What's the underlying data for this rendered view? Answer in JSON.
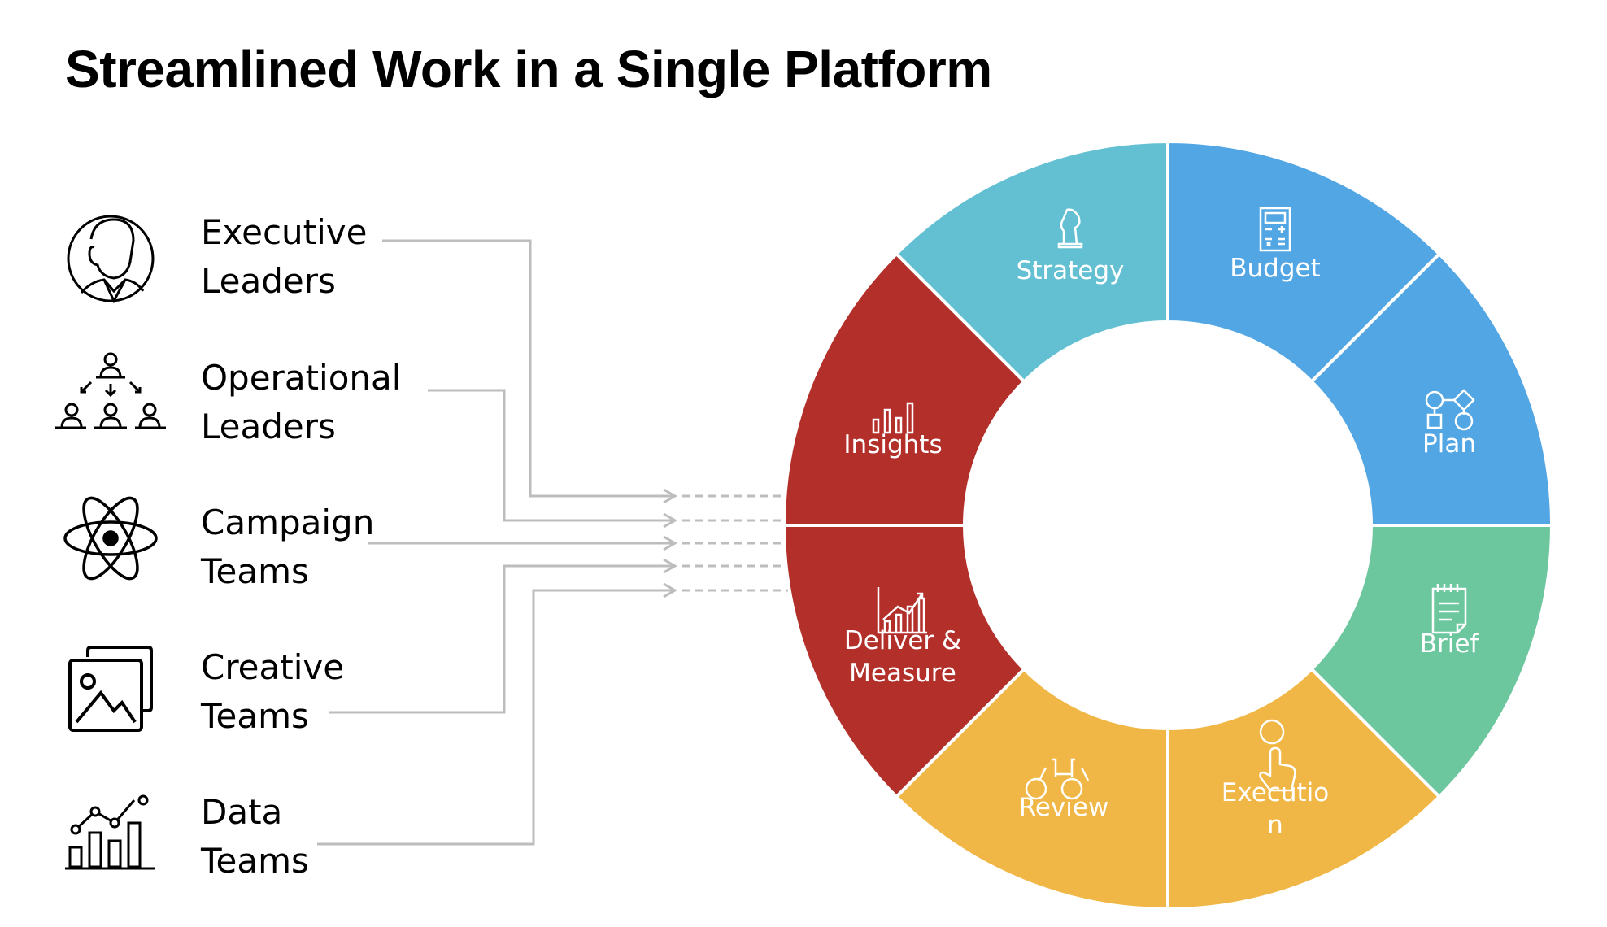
{
  "title": "Streamlined Work in a Single Platform",
  "roles": [
    {
      "line1": "Executive",
      "line2": "Leaders",
      "icon": "executive-person-icon"
    },
    {
      "line1": "Operational",
      "line2": "Leaders",
      "icon": "org-hierarchy-icon"
    },
    {
      "line1": "Campaign",
      "line2": "Teams",
      "icon": "atom-icon"
    },
    {
      "line1": "Creative",
      "line2": "Teams",
      "icon": "image-gallery-icon"
    },
    {
      "line1": "Data",
      "line2": "Teams",
      "icon": "bar-line-chart-icon"
    }
  ],
  "cycle": [
    {
      "label": "Strategy",
      "icon": "chess-knight-icon",
      "color": "#62C0D2"
    },
    {
      "label": "Budget",
      "icon": "calculator-icon",
      "color": "#52A6E3"
    },
    {
      "label": "Plan",
      "icon": "flowchart-icon",
      "color": "#52A6E3"
    },
    {
      "label": "Brief",
      "icon": "notepad-icon",
      "color": "#6CC69E"
    },
    {
      "label": "Executio\nn",
      "icon": "hand-pointer-icon",
      "color": "#F0B746"
    },
    {
      "label": "Review",
      "icon": "binoculars-icon",
      "color": "#F0B746"
    },
    {
      "label": "Deliver &\nMeasure",
      "icon": "growth-chart-icon",
      "color": "#B22F2A"
    },
    {
      "label": "Insights",
      "icon": "bar-chart-icon",
      "color": "#B22F2A"
    }
  ],
  "connector_color": "#BDBDBD"
}
